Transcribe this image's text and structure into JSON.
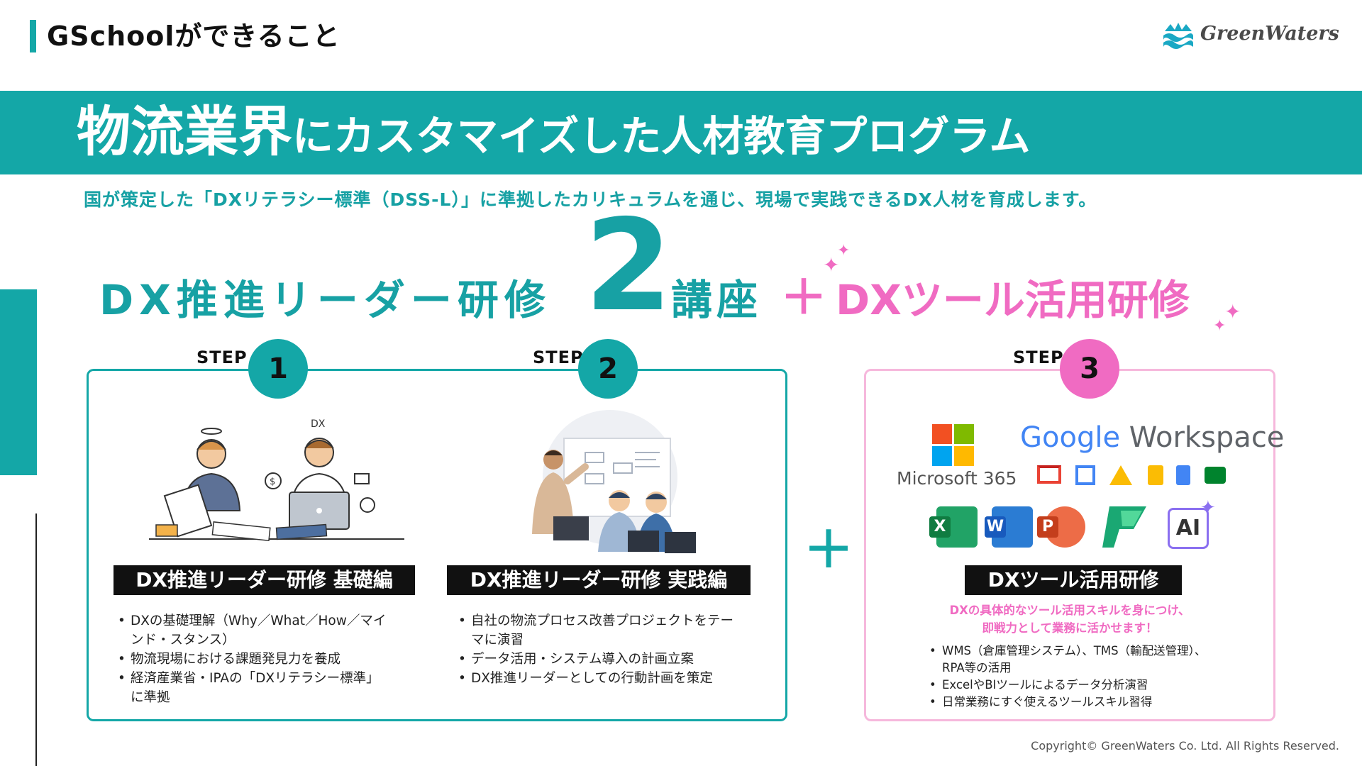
{
  "header": {
    "title": "GSchoolができること"
  },
  "logo": {
    "text": "GreenWaters"
  },
  "banner": {
    "title_big": "物流業界",
    "title_rest": "にカスタマイズした人材教育プログラム"
  },
  "subtitle": "国が策定した「DXリテラシー標準（DSS-L）」に準拠したカリキュラムを通じ、現場で実践できるDX人材を育成します。",
  "headline": {
    "part1": "DX推進リーダー研修",
    "number": "2",
    "part2": "講座",
    "plus": "＋",
    "part3": "DXツール活用研修"
  },
  "steps": [
    {
      "label": "STEP",
      "number": "1",
      "course": "DX推進リーダー研修 基礎編",
      "bullets": [
        "DXの基礎理解（Why／What／How／マイ",
        "ンド・スタンス）",
        "物流現場における課題発見力を養成",
        "経済産業省・IPAの「DXリテラシー標準」",
        "に準拠"
      ]
    },
    {
      "label": "STEP",
      "number": "2",
      "course": "DX推進リーダー研修 実践編",
      "bullets": [
        "自社の物流プロセス改善プロジェクトをテー",
        "マに演習",
        "データ活用・システム導入の計画立案",
        "DX推進リーダーとしての行動計画を策定"
      ]
    },
    {
      "label": "STEP",
      "number": "3",
      "course": "DXツール活用研修",
      "desc_line1": "DXの具体的なツール活用スキルを身につけ、",
      "desc_line2": "即戦力として業務に活かせます！",
      "bullets": [
        "WMS（倉庫管理システム）、TMS（輸配送管理）、",
        "RPA等の活用",
        "ExcelやBIツールによるデータ分析演習",
        "日常業務にすぐ使えるツールスキル習得"
      ]
    }
  ],
  "tools": {
    "microsoft": "Microsoft 365",
    "google": "Google",
    "workspace": "Workspace",
    "excel": "X",
    "word": "W",
    "powerpoint": "P",
    "ai": "AI"
  },
  "copyright": "Copyright© GreenWaters Co. Ltd. All Rights Reserved.",
  "colors": {
    "teal": "#14a7a7",
    "pink": "#f06bc2"
  }
}
